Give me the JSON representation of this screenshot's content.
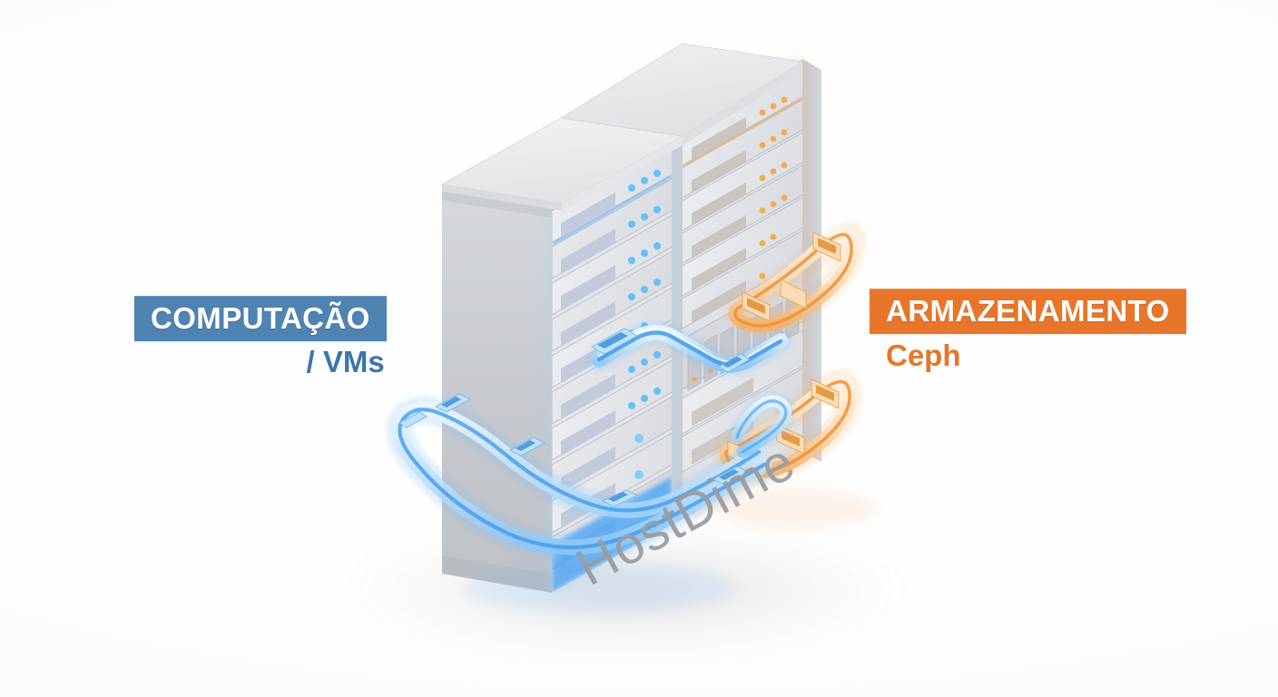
{
  "scene": {
    "title": "HostDime hyperconverged rack diagram",
    "background_color": "#fdfdfd",
    "floor_brand": "HostDime"
  },
  "labels": {
    "compute": {
      "chip_text": "COMPUTAÇÃO",
      "sub_text": "/ VMs",
      "chip_bg": "#4f83b2",
      "chip_fg": "#ffffff",
      "sub_color": "#3c76a8",
      "side": "left"
    },
    "storage": {
      "chip_text": "ARMAZENAMENTO",
      "sub_text": "Ceph",
      "chip_bg": "#e8762a",
      "chip_fg": "#ffffff",
      "sub_color": "#e8762a",
      "side": "right"
    }
  },
  "rack": {
    "cabinets": [
      {
        "name": "compute-cabinet",
        "accent_color": "#4aa8f0",
        "server_count": 11
      },
      {
        "name": "storage-cabinet",
        "accent_color": "#f5a council",
        "server_count": 11
      }
    ],
    "body_color": "#e2e4e7",
    "top_color": "#e8eaec",
    "side_color": "#c9ccd0",
    "compute_glow": "#49a6f5",
    "storage_glow": "#f7a24a"
  },
  "cables": {
    "compute": {
      "color": "#5bb2f7",
      "name": "compute-cable-loop"
    },
    "storage": {
      "color": "#f49a3f",
      "name": "storage-cable-loop"
    }
  }
}
